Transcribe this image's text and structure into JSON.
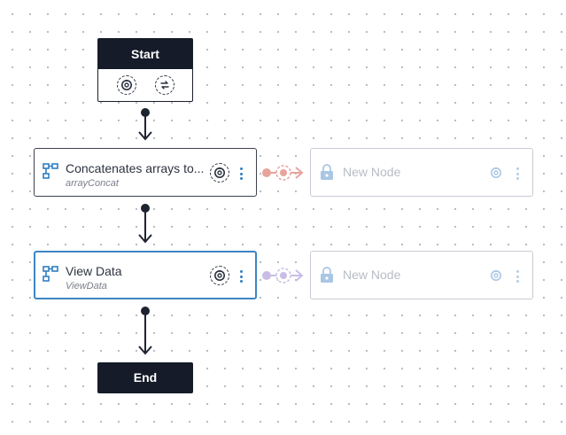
{
  "start_node": {
    "label": "Start"
  },
  "end_node": {
    "label": "End"
  },
  "nodes": [
    {
      "title": "Concatenates arrays to...",
      "subtitle": "arrayConcat",
      "icon": "flow-chart-icon"
    },
    {
      "title": "View Data",
      "subtitle": "ViewData",
      "icon": "flow-chart-icon"
    }
  ],
  "ghost_nodes": [
    {
      "title": "New Node",
      "icon": "lock-icon"
    },
    {
      "title": "New Node",
      "icon": "lock-icon"
    }
  ],
  "colors": {
    "terminal_bg": "#161b29",
    "accent_blue": "#3c86c4",
    "error_connector": "#e8a39c",
    "ghost_connector": "#c9bde6",
    "canvas_dots": "#b5b9c0"
  }
}
